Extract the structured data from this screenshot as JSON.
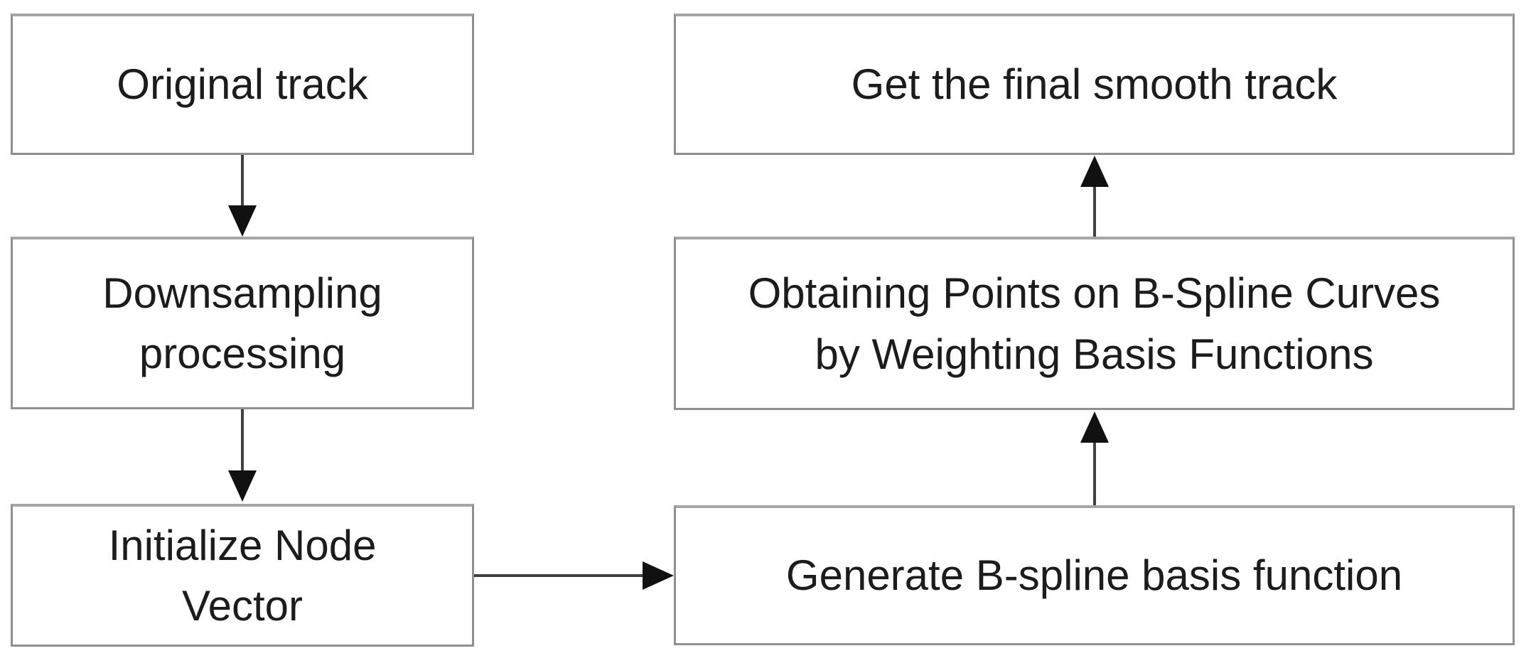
{
  "diagram": {
    "type": "flowchart",
    "nodes": {
      "original_track": {
        "label": "Original track"
      },
      "downsampling": {
        "label": "Downsampling\nprocessing"
      },
      "init_node_vector": {
        "label": "Initialize Node\nVector"
      },
      "get_final": {
        "label": "Get the final smooth track"
      },
      "obtaining_points": {
        "label": "Obtaining Points on B-Spline Curves\nby Weighting Basis Functions"
      },
      "generate_basis": {
        "label": "Generate B-spline basis function"
      }
    },
    "edges": [
      {
        "from": "original_track",
        "to": "downsampling",
        "direction": "down"
      },
      {
        "from": "downsampling",
        "to": "init_node_vector",
        "direction": "down"
      },
      {
        "from": "init_node_vector",
        "to": "generate_basis",
        "direction": "right"
      },
      {
        "from": "generate_basis",
        "to": "obtaining_points",
        "direction": "up"
      },
      {
        "from": "obtaining_points",
        "to": "get_final",
        "direction": "up"
      }
    ],
    "colors": {
      "background": "#ffffff",
      "border": "#8f8f8f",
      "line": "#404040",
      "arrowhead": "#111111",
      "text": "#1c1c1c"
    }
  }
}
